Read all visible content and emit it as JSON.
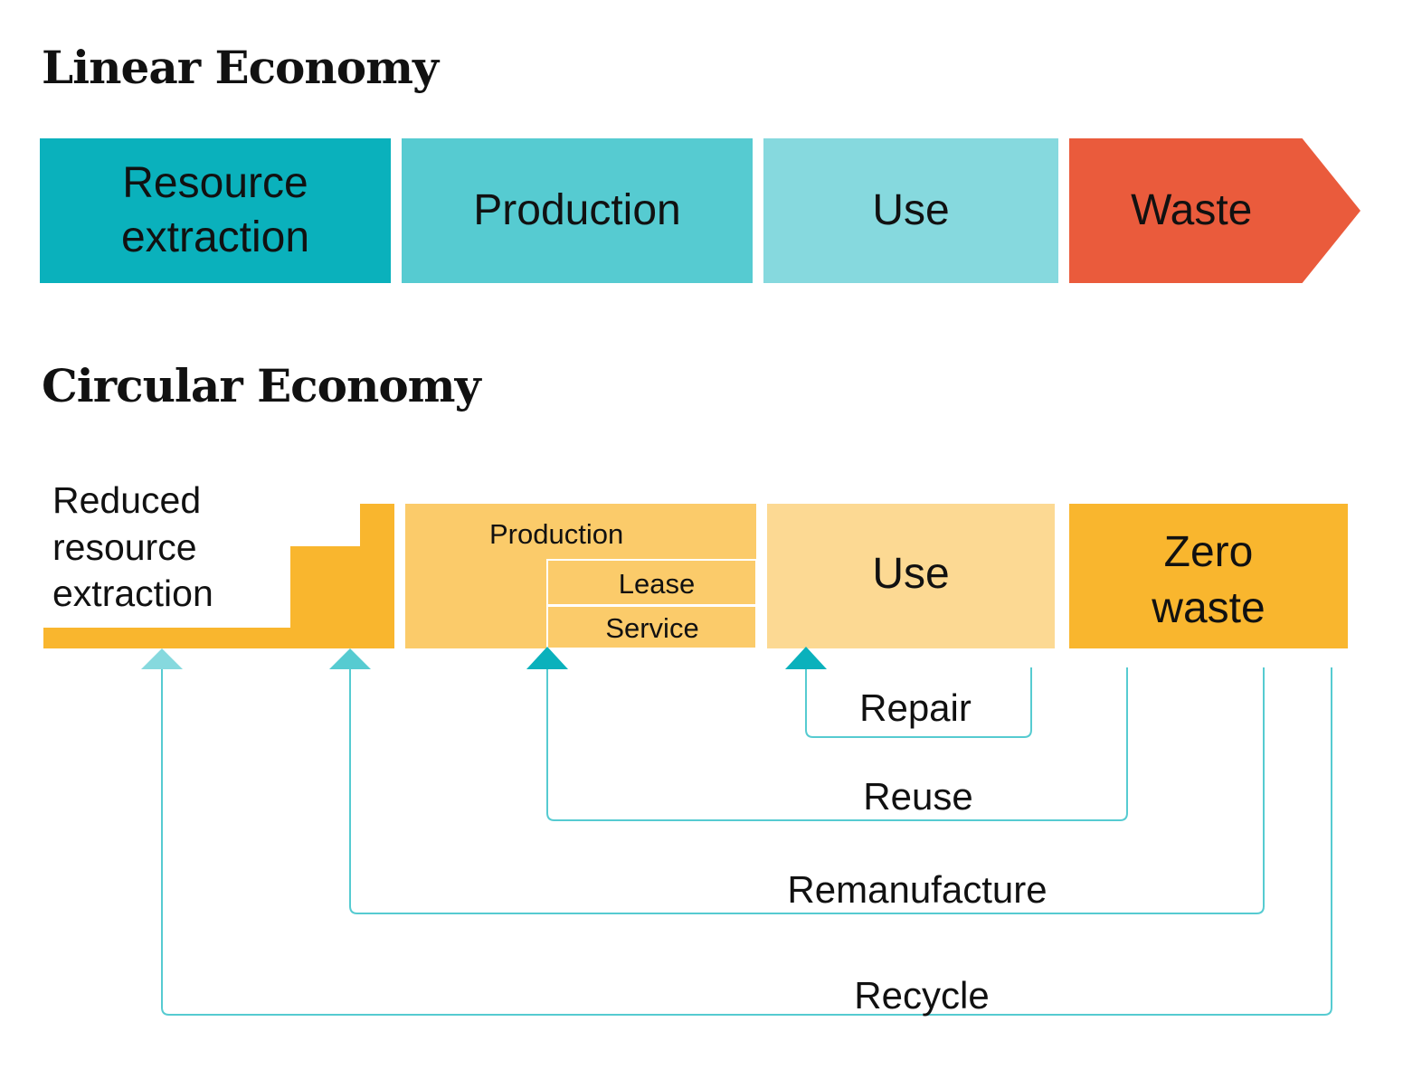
{
  "linear": {
    "title": "Linear Economy",
    "stages": {
      "resource_line1": "Resource",
      "resource_line2": "extraction",
      "production": "Production",
      "use": "Use",
      "waste": "Waste"
    }
  },
  "circular": {
    "title": "Circular Economy",
    "reduced_line1": "Reduced",
    "reduced_line2": "resource",
    "reduced_line3": "extraction",
    "production": "Production",
    "lease": "Lease",
    "service": "Service",
    "use": "Use",
    "zero_line1": "Zero",
    "zero_line2": "waste",
    "loops": {
      "repair": "Repair",
      "reuse": "Reuse",
      "remanufacture": "Remanufacture",
      "recycle": "Recycle"
    }
  },
  "colors": {
    "teal_dark": "#0ab1bc",
    "teal_mid": "#56cbd1",
    "teal_light": "#86d9de",
    "waste_red": "#ea5b3c",
    "amber": "#f9b62e",
    "amber_mid": "#fbcb6a",
    "amber_light": "#fcd993",
    "loop_line": "#56cbd1"
  }
}
